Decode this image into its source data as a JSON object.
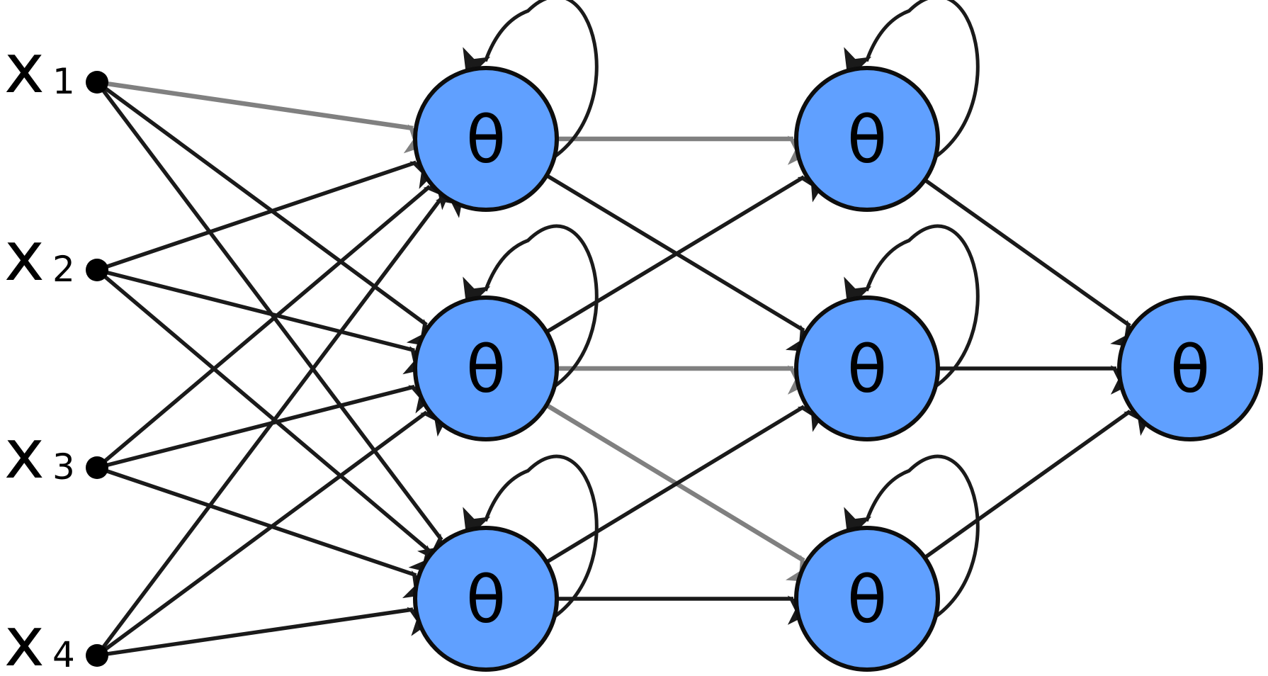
{
  "colors": {
    "neuron_fill": "#60a0ff",
    "neuron_stroke": "#0d0d0d",
    "edge_dark": "#1a1a1a",
    "edge_grey": "#808080",
    "input_dot": "#000000"
  },
  "inputs": [
    {
      "id": "x1",
      "main": "x",
      "sub": "1"
    },
    {
      "id": "x2",
      "main": "x",
      "sub": "2"
    },
    {
      "id": "x3",
      "main": "x",
      "sub": "3"
    },
    {
      "id": "x4",
      "main": "x",
      "sub": "4"
    }
  ],
  "layers": [
    {
      "id": "hidden-1",
      "neurons": [
        {
          "id": "h1-1",
          "label": "θ",
          "self_loop": true
        },
        {
          "id": "h1-2",
          "label": "θ",
          "self_loop": true
        },
        {
          "id": "h1-3",
          "label": "θ",
          "self_loop": true
        }
      ]
    },
    {
      "id": "hidden-2",
      "neurons": [
        {
          "id": "h2-1",
          "label": "θ",
          "self_loop": true
        },
        {
          "id": "h2-2",
          "label": "θ",
          "self_loop": true
        },
        {
          "id": "h2-3",
          "label": "θ",
          "self_loop": true
        }
      ]
    },
    {
      "id": "output",
      "neurons": [
        {
          "id": "out",
          "label": "θ",
          "self_loop": false
        }
      ]
    }
  ],
  "edges": [
    {
      "from": "x1",
      "to": "h1-1",
      "style": "grey"
    },
    {
      "from": "x1",
      "to": "h1-2",
      "style": "dark"
    },
    {
      "from": "x1",
      "to": "h1-3",
      "style": "dark"
    },
    {
      "from": "x2",
      "to": "h1-1",
      "style": "dark"
    },
    {
      "from": "x2",
      "to": "h1-2",
      "style": "dark"
    },
    {
      "from": "x2",
      "to": "h1-3",
      "style": "dark"
    },
    {
      "from": "x3",
      "to": "h1-1",
      "style": "dark"
    },
    {
      "from": "x3",
      "to": "h1-2",
      "style": "dark"
    },
    {
      "from": "x3",
      "to": "h1-3",
      "style": "dark"
    },
    {
      "from": "x4",
      "to": "h1-1",
      "style": "dark"
    },
    {
      "from": "x4",
      "to": "h1-2",
      "style": "dark"
    },
    {
      "from": "x4",
      "to": "h1-3",
      "style": "dark"
    },
    {
      "from": "h1-1",
      "to": "h2-1",
      "style": "grey"
    },
    {
      "from": "h1-1",
      "to": "h2-2",
      "style": "dark"
    },
    {
      "from": "h1-2",
      "to": "h2-1",
      "style": "dark"
    },
    {
      "from": "h1-2",
      "to": "h2-2",
      "style": "grey"
    },
    {
      "from": "h1-2",
      "to": "h2-3",
      "style": "grey"
    },
    {
      "from": "h1-3",
      "to": "h2-2",
      "style": "dark"
    },
    {
      "from": "h1-3",
      "to": "h2-3",
      "style": "dark"
    },
    {
      "from": "h2-1",
      "to": "out",
      "style": "dark"
    },
    {
      "from": "h2-2",
      "to": "out",
      "style": "dark"
    },
    {
      "from": "h2-3",
      "to": "out",
      "style": "dark"
    }
  ]
}
